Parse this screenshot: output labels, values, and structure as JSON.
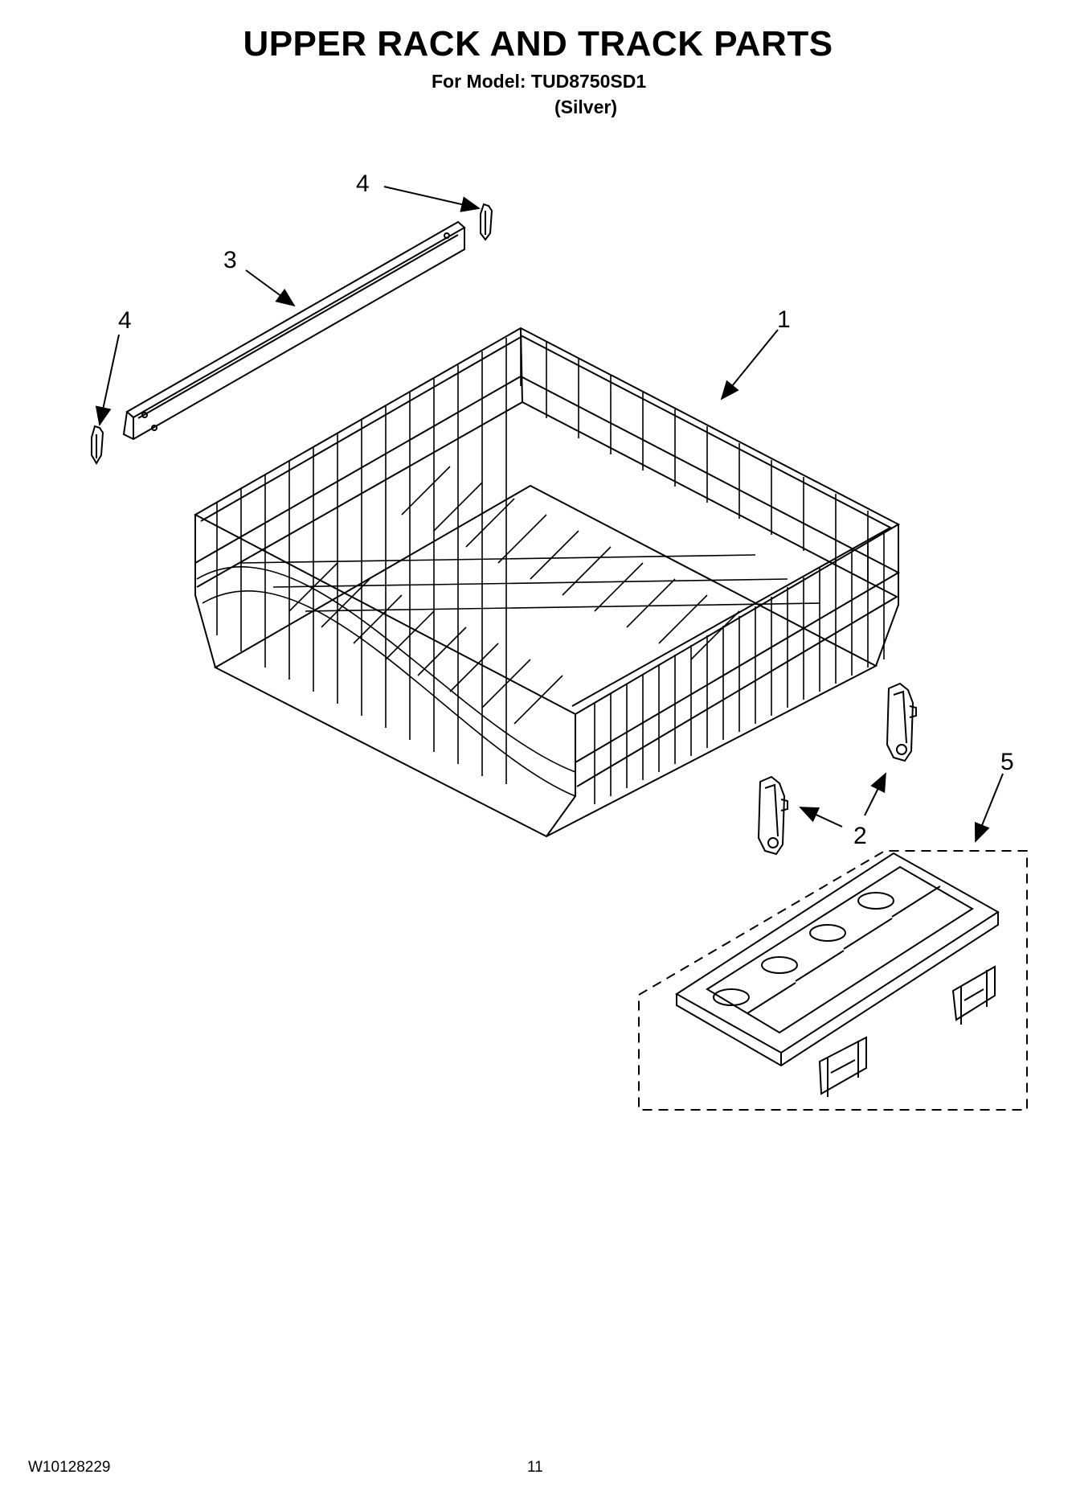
{
  "header": {
    "title": "UPPER RACK AND TRACK PARTS",
    "model_line": "For Model: TUD8750SD1",
    "variant": "(Silver)"
  },
  "callouts": {
    "part_1": "1",
    "part_2": "2",
    "part_3": "3",
    "part_4_top": "4",
    "part_4_left": "4",
    "part_5": "5"
  },
  "footer": {
    "doc_number": "W10128229",
    "page_number": "11"
  }
}
